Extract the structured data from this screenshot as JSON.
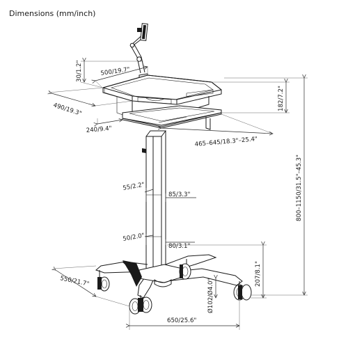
{
  "title": "Dimensions (mm/inch)",
  "labels": {
    "tray_width": "500/19.7\"",
    "tray_thickness": "30/1.2\"",
    "tray_depth": "490/19.3\"",
    "tray_height": "182/7.2\"",
    "keyboard_depth": "240/9.4\"",
    "keyboard_width": "465–645/18.3\"–25.4\"",
    "column_upper_depth": "55/2.2\"",
    "column_upper_width": "85/3.3\"",
    "column_lower_depth": "50/2.0\"",
    "column_lower_width": "80/3.1\"",
    "overall_height": "800–1150/31.5\"–45.3\"",
    "base_depth": "550/21.7\"",
    "base_height": "207/8.1\"",
    "caster_diameter": "Ø102/Ø4.0\"",
    "base_width": "650/25.6\""
  }
}
